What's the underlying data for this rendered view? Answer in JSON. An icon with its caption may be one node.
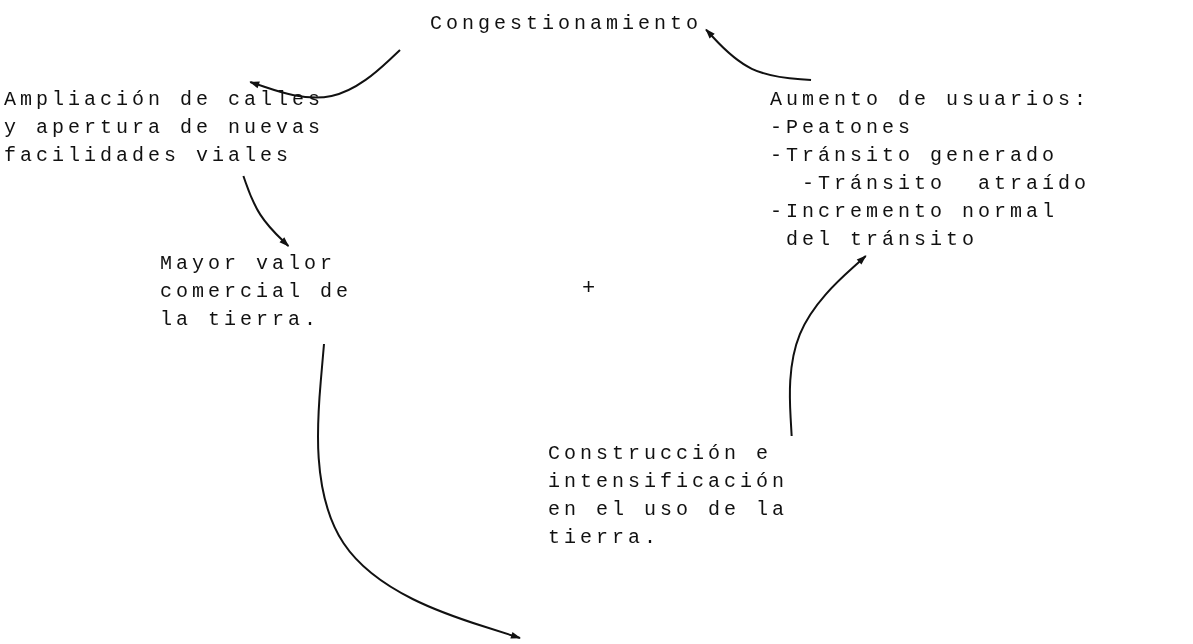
{
  "diagram": {
    "nodes": [
      {
        "text": [
          "Congestionamiento"
        ]
      },
      {
        "text": [
          "Ampliación de calles y apertura de nuevas facilidades viales"
        ]
      },
      {
        "text": [
          "Mayor valor comercial de la tierra."
        ]
      },
      {
        "text": [
          "Construcción e intensificación en el uso de la tierra."
        ]
      },
      {
        "text": [
          "Aumento de usuarios:",
          "-Peatones",
          "-Tránsito generado",
          "-Tránsito  atraído",
          "-Incremento normal del tránsito"
        ]
      }
    ],
    "edges": [
      {
        "from": 0,
        "to": 1,
        "arrow": "to"
      },
      {
        "from": 1,
        "to": 2,
        "arrow": "to"
      },
      {
        "from": 2,
        "to": null,
        "arrow": "to"
      },
      {
        "from": 3,
        "to": 4,
        "arrow": "to"
      },
      {
        "from": 4,
        "to": 0,
        "arrow": "to"
      }
    ],
    "labels": [
      "+"
    ]
  }
}
